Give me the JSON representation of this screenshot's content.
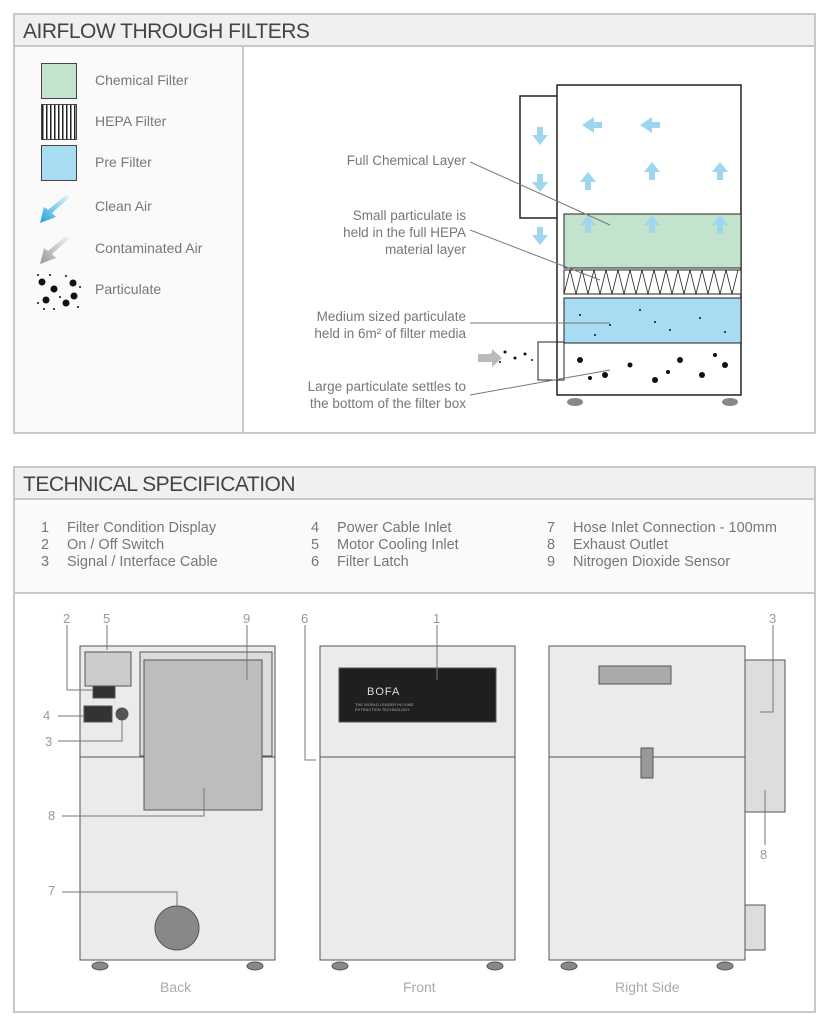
{
  "airflow": {
    "title": "AIRFLOW THROUGH FILTERS",
    "legend": [
      {
        "label": "Chemical Filter",
        "icon": "chemical-filter-swatch",
        "color": "#c4e3cc"
      },
      {
        "label": "HEPA Filter",
        "icon": "hepa-filter-swatch"
      },
      {
        "label": "Pre Filter",
        "icon": "pre-filter-swatch",
        "color": "#a8dcf2"
      },
      {
        "label": "Clean Air",
        "icon": "clean-air-arrow-icon",
        "color": "#3ab0e0"
      },
      {
        "label": "Contaminated Air",
        "icon": "contaminated-air-arrow-icon",
        "color": "#999999"
      },
      {
        "label": "Particulate",
        "icon": "particulate-icon"
      }
    ],
    "annotations": [
      "Full Chemical Layer",
      "Small particulate is held in the full HEPA material layer",
      "Medium sized particulate held in 6m² of filter media",
      "Large particulate settles to the bottom of the filter box"
    ]
  },
  "spec": {
    "title": "TECHNICAL SPECIFICATION",
    "items": [
      {
        "n": "1",
        "label": "Filter Condition Display"
      },
      {
        "n": "2",
        "label": "On / Off Switch"
      },
      {
        "n": "3",
        "label": "Signal / Interface Cable"
      },
      {
        "n": "4",
        "label": "Power Cable Inlet"
      },
      {
        "n": "5",
        "label": "Motor Cooling Inlet"
      },
      {
        "n": "6",
        "label": "Filter Latch"
      },
      {
        "n": "7",
        "label": "Hose Inlet Connection - 100mm"
      },
      {
        "n": "8",
        "label": "Exhaust Outlet"
      },
      {
        "n": "9",
        "label": "Nitrogen Dioxide Sensor"
      }
    ],
    "views": [
      "Back",
      "Front",
      "Right Side"
    ],
    "logo": {
      "brand": "BOFA",
      "tagline": "THE WORLD LEADER IN FUME EXTRACTION TECHNOLOGY"
    }
  }
}
